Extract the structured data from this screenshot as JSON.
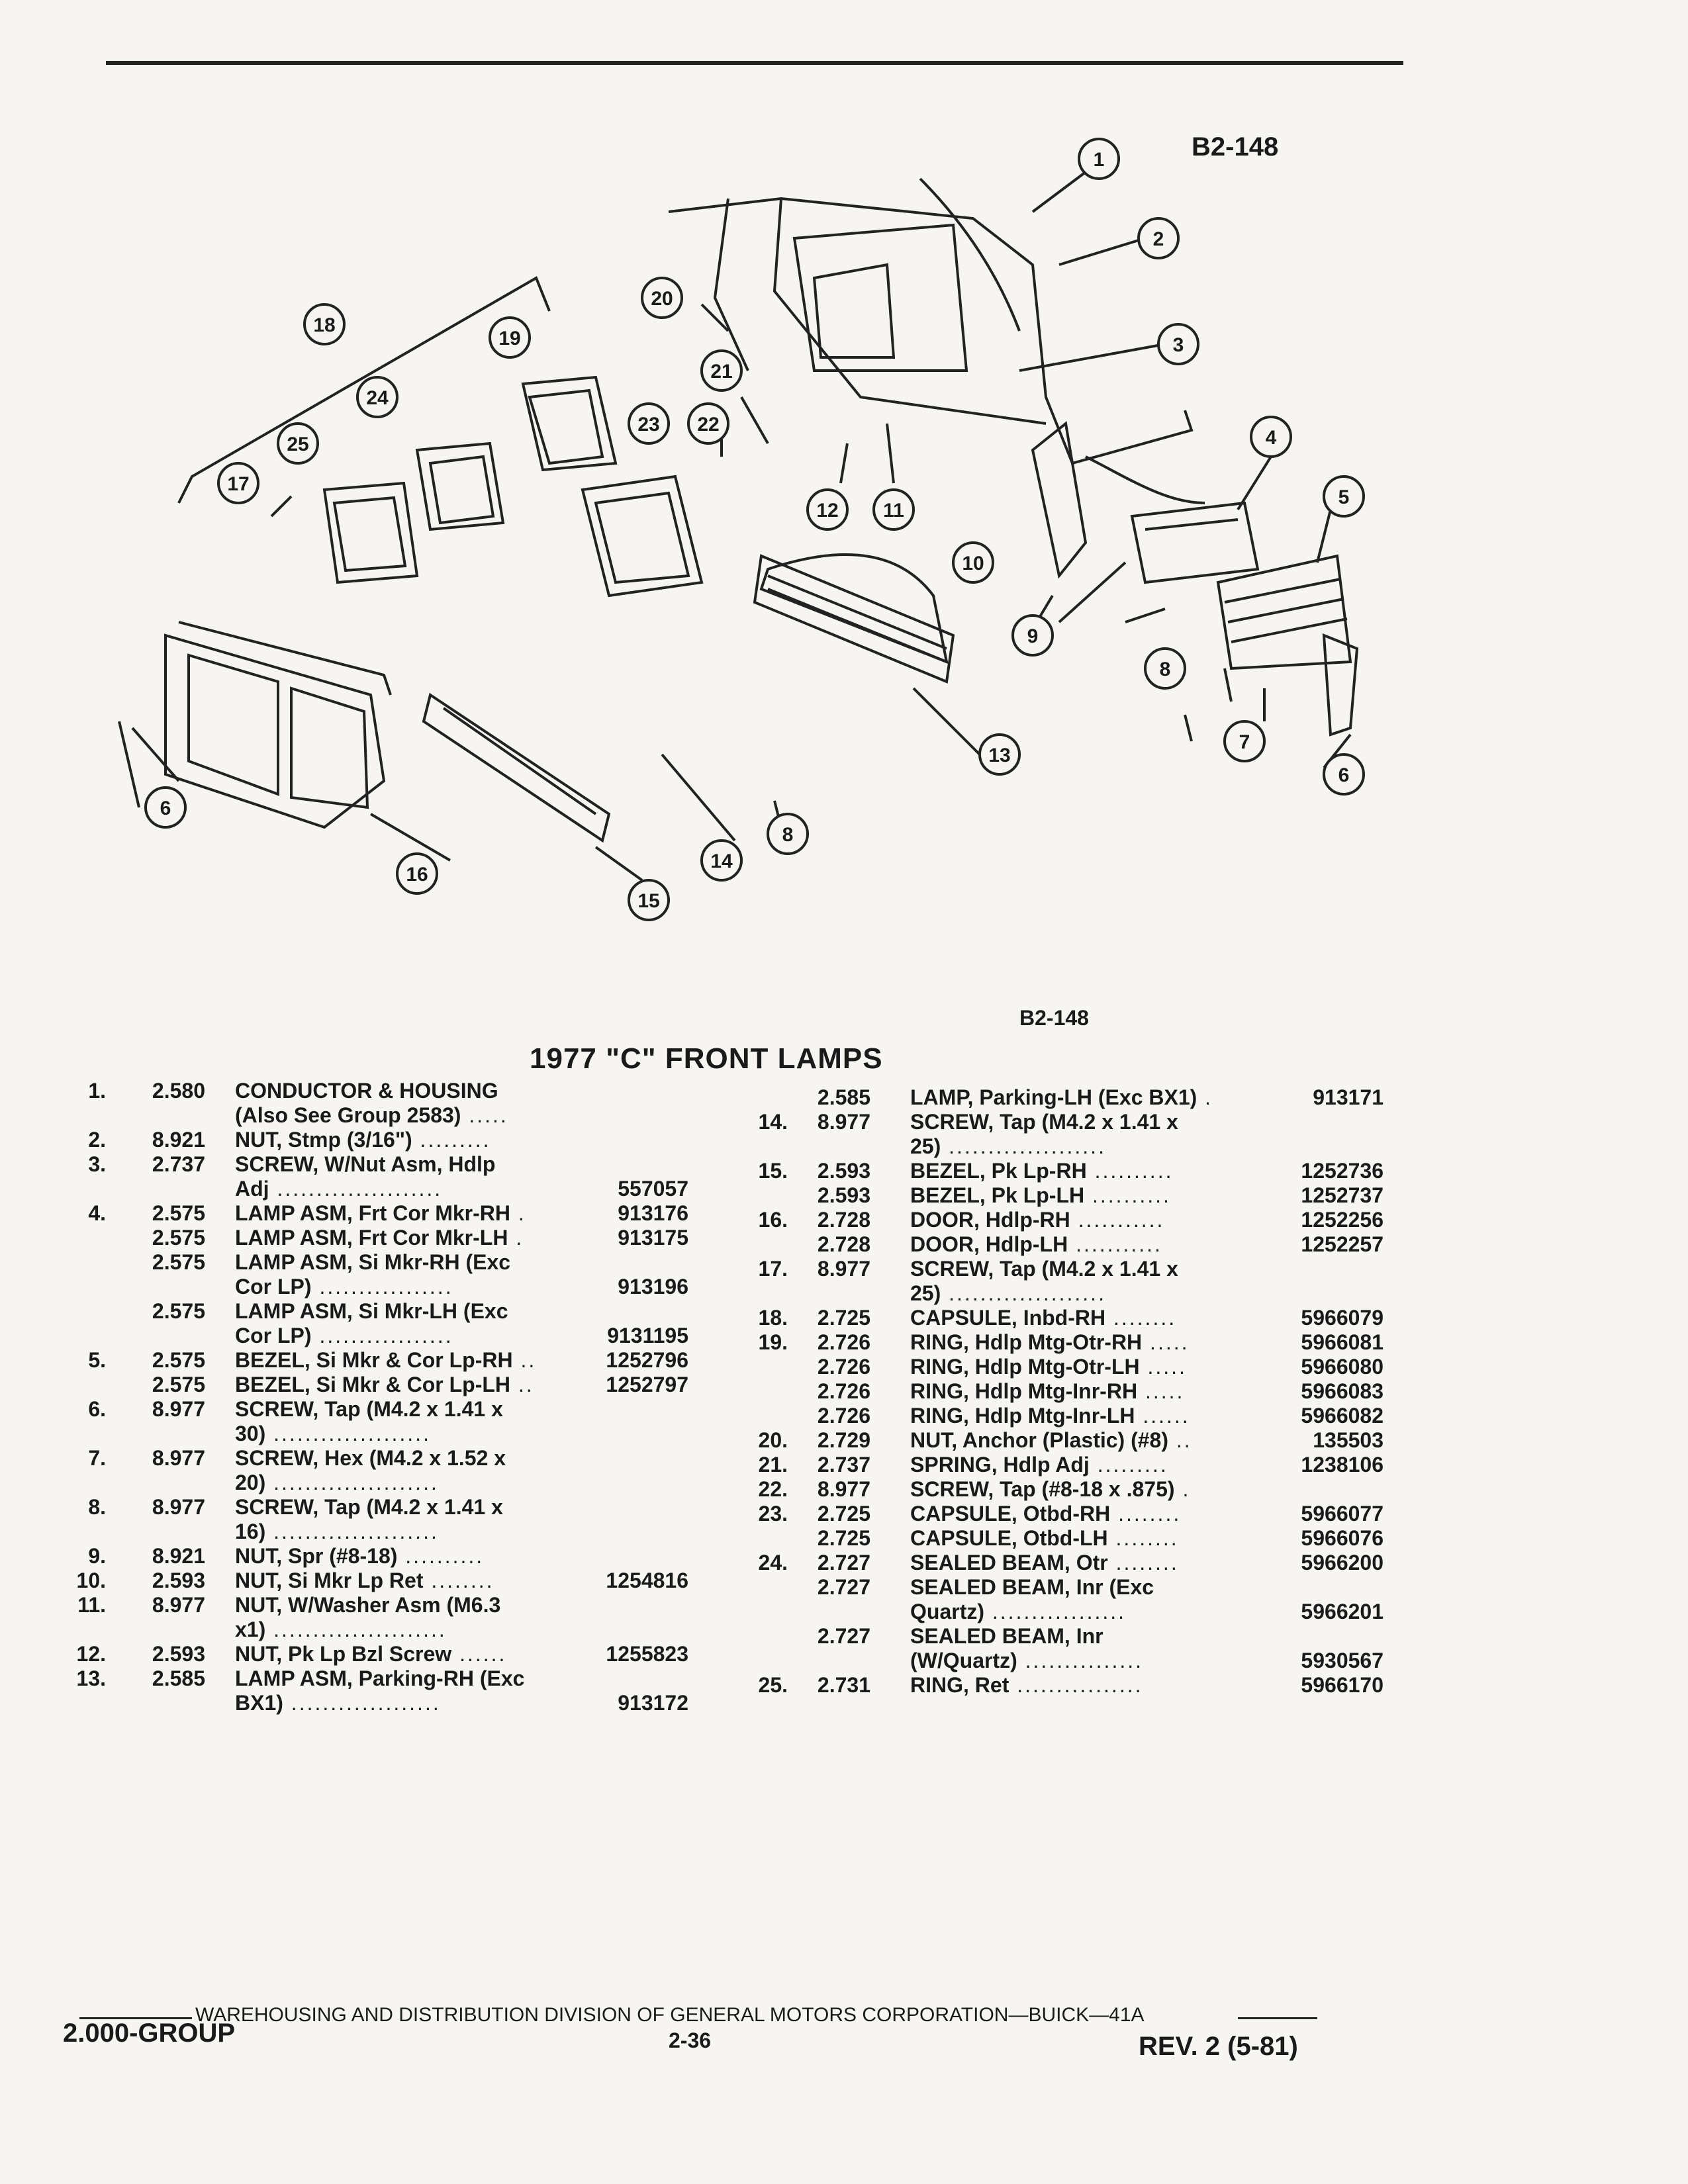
{
  "header": {
    "figure_code": "B2-148",
    "figure_code_below": "B2-148"
  },
  "title": "1977 \"C\" FRONT LAMPS",
  "callouts": [
    "1",
    "2",
    "3",
    "4",
    "5",
    "6",
    "6",
    "7",
    "8",
    "8",
    "9",
    "10",
    "11",
    "12",
    "13",
    "14",
    "15",
    "16",
    "17",
    "18",
    "19",
    "20",
    "21",
    "22",
    "23",
    "24",
    "25"
  ],
  "left_column": [
    {
      "no": "1.",
      "group": "2.580",
      "desc": "CONDUCTOR & HOUSING",
      "part": ""
    },
    {
      "no": "",
      "group": "",
      "desc": "(Also See Group 2583)",
      "dots": " .....",
      "part": ""
    },
    {
      "no": "2.",
      "group": "8.921",
      "desc": "NUT, Stmp (3/16\")",
      "dots": " .........",
      "part": ""
    },
    {
      "no": "3.",
      "group": "2.737",
      "desc": "SCREW, W/Nut Asm, Hdlp",
      "part": ""
    },
    {
      "no": "",
      "group": "",
      "desc": "Adj",
      "dots": " .....................",
      "part": "557057"
    },
    {
      "no": "4.",
      "group": "2.575",
      "desc": "LAMP ASM, Frt Cor Mkr-RH",
      "dots": " .",
      "part": "913176"
    },
    {
      "no": "",
      "group": "2.575",
      "desc": "LAMP ASM, Frt Cor Mkr-LH",
      "dots": " .",
      "part": "913175"
    },
    {
      "no": "",
      "group": "2.575",
      "desc": "LAMP ASM, Si Mkr-RH (Exc",
      "part": ""
    },
    {
      "no": "",
      "group": "",
      "desc": "Cor LP)",
      "dots": " .................",
      "part": "913196"
    },
    {
      "no": "",
      "group": "2.575",
      "desc": "LAMP ASM, Si Mkr-LH (Exc",
      "part": ""
    },
    {
      "no": "",
      "group": "",
      "desc": "Cor LP)",
      "dots": " .................",
      "part": "9131195"
    },
    {
      "no": "5.",
      "group": "2.575",
      "desc": "BEZEL, Si Mkr & Cor Lp-RH",
      "dots": " ..",
      "part": "1252796"
    },
    {
      "no": "",
      "group": "2.575",
      "desc": "BEZEL, Si Mkr & Cor Lp-LH",
      "dots": " ..",
      "part": "1252797"
    },
    {
      "no": "6.",
      "group": "8.977",
      "desc": "SCREW, Tap (M4.2 x 1.41 x",
      "part": ""
    },
    {
      "no": "",
      "group": "",
      "desc": "30)",
      "dots": " ....................",
      "part": ""
    },
    {
      "no": "7.",
      "group": "8.977",
      "desc": "SCREW, Hex (M4.2 x 1.52 x",
      "part": ""
    },
    {
      "no": "",
      "group": "",
      "desc": "20)",
      "dots": " .....................",
      "part": ""
    },
    {
      "no": "8.",
      "group": "8.977",
      "desc": "SCREW, Tap (M4.2 x 1.41 x",
      "part": ""
    },
    {
      "no": "",
      "group": "",
      "desc": "16)",
      "dots": " .....................",
      "part": ""
    },
    {
      "no": "9.",
      "group": "8.921",
      "desc": "NUT, Spr (#8-18)",
      "dots": " ..........",
      "part": ""
    },
    {
      "no": "10.",
      "group": "2.593",
      "desc": "NUT, Si Mkr Lp Ret",
      "dots": " ........",
      "part": "1254816"
    },
    {
      "no": "11.",
      "group": "8.977",
      "desc": "NUT, W/Washer Asm (M6.3",
      "part": ""
    },
    {
      "no": "",
      "group": "",
      "desc": "x1)",
      "dots": " ......................",
      "part": ""
    },
    {
      "no": "12.",
      "group": "2.593",
      "desc": "NUT, Pk Lp Bzl Screw",
      "dots": " ......",
      "part": "1255823"
    },
    {
      "no": "13.",
      "group": "2.585",
      "desc": "LAMP ASM, Parking-RH (Exc",
      "part": ""
    },
    {
      "no": "",
      "group": "",
      "desc": "BX1)",
      "dots": " ...................",
      "part": "913172"
    }
  ],
  "right_column": [
    {
      "no": "",
      "group": "2.585",
      "desc": "LAMP, Parking-LH (Exc BX1)",
      "dots": " .",
      "part": "913171"
    },
    {
      "no": "14.",
      "group": "8.977",
      "desc": "SCREW, Tap (M4.2 x 1.41 x",
      "part": ""
    },
    {
      "no": "",
      "group": "",
      "desc": "25)",
      "dots": " ....................",
      "part": ""
    },
    {
      "no": "15.",
      "group": "2.593",
      "desc": "BEZEL, Pk Lp-RH",
      "dots": " ..........",
      "part": "1252736"
    },
    {
      "no": "",
      "group": "2.593",
      "desc": "BEZEL, Pk Lp-LH",
      "dots": " ..........",
      "part": "1252737"
    },
    {
      "no": "16.",
      "group": "2.728",
      "desc": "DOOR, Hdlp-RH",
      "dots": " ...........",
      "part": "1252256"
    },
    {
      "no": "",
      "group": "2.728",
      "desc": "DOOR, Hdlp-LH",
      "dots": " ...........",
      "part": "1252257"
    },
    {
      "no": "17.",
      "group": "8.977",
      "desc": "SCREW, Tap (M4.2 x 1.41 x",
      "part": ""
    },
    {
      "no": "",
      "group": "",
      "desc": "25)",
      "dots": " ....................",
      "part": ""
    },
    {
      "no": "18.",
      "group": "2.725",
      "desc": "CAPSULE, Inbd-RH",
      "dots": " ........",
      "part": "5966079"
    },
    {
      "no": "19.",
      "group": "2.726",
      "desc": "RING, Hdlp Mtg-Otr-RH",
      "dots": " .....",
      "part": "5966081"
    },
    {
      "no": "",
      "group": "2.726",
      "desc": "RING, Hdlp Mtg-Otr-LH",
      "dots": " .....",
      "part": "5966080"
    },
    {
      "no": "",
      "group": "2.726",
      "desc": "RING, Hdlp Mtg-Inr-RH",
      "dots": " .....",
      "part": "5966083"
    },
    {
      "no": "",
      "group": "2.726",
      "desc": "RING, Hdlp Mtg-Inr-LH",
      "dots": " ......",
      "part": "5966082"
    },
    {
      "no": "20.",
      "group": "2.729",
      "desc": "NUT, Anchor (Plastic) (#8)",
      "dots": " ..",
      "part": "135503"
    },
    {
      "no": "21.",
      "group": "2.737",
      "desc": "SPRING, Hdlp Adj",
      "dots": " .........",
      "part": "1238106"
    },
    {
      "no": "22.",
      "group": "8.977",
      "desc": "SCREW, Tap (#8-18 x .875)",
      "dots": " .",
      "part": ""
    },
    {
      "no": "23.",
      "group": "2.725",
      "desc": "CAPSULE, Otbd-RH",
      "dots": " ........",
      "part": "5966077"
    },
    {
      "no": "",
      "group": "2.725",
      "desc": "CAPSULE, Otbd-LH",
      "dots": " ........",
      "part": "5966076"
    },
    {
      "no": "24.",
      "group": "2.727",
      "desc": "SEALED BEAM, Otr",
      "dots": " ........",
      "part": "5966200"
    },
    {
      "no": "",
      "group": "2.727",
      "desc": "SEALED BEAM, Inr (Exc",
      "part": ""
    },
    {
      "no": "",
      "group": "",
      "desc": "Quartz)",
      "dots": " .................",
      "part": "5966201"
    },
    {
      "no": "",
      "group": "2.727",
      "desc": "SEALED BEAM, Inr",
      "part": ""
    },
    {
      "no": "",
      "group": "",
      "desc": "(W/Quartz)",
      "dots": " ...............",
      "part": "5930567"
    },
    {
      "no": "25.",
      "group": "2.731",
      "desc": "RING, Ret",
      "dots": " ................",
      "part": "5966170"
    }
  ],
  "footer": {
    "division": "WAREHOUSING AND DISTRIBUTION  DIVISION OF GENERAL MOTORS CORPORATION—BUICK—41A",
    "group": "2.000-GROUP",
    "page": "2-36",
    "revision": "REV. 2 (5-81)"
  }
}
